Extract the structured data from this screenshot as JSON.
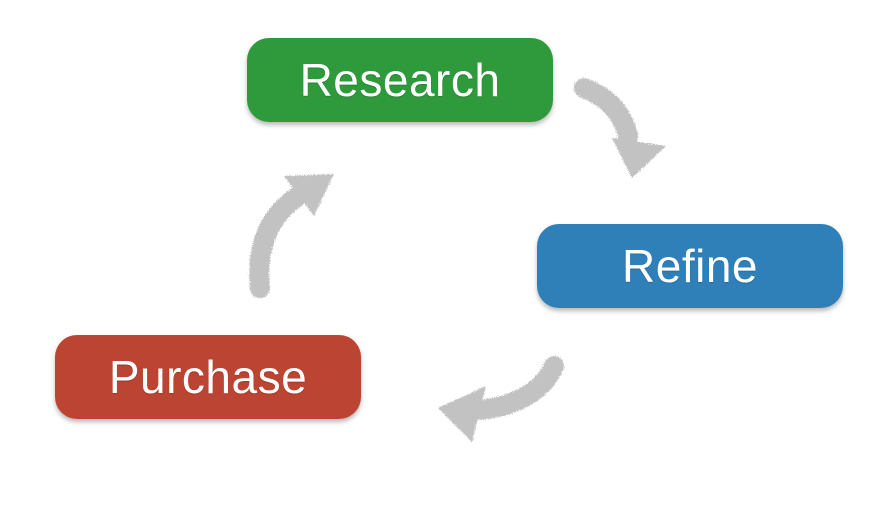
{
  "diagram": {
    "nodes": [
      {
        "id": "research",
        "label": "Research",
        "color": "#2e9a3c"
      },
      {
        "id": "refine",
        "label": "Refine",
        "color": "#2f7fb8"
      },
      {
        "id": "purchase",
        "label": "Purchase",
        "color": "#bb4432"
      }
    ],
    "edges": [
      {
        "from": "research",
        "to": "refine"
      },
      {
        "from": "refine",
        "to": "purchase"
      },
      {
        "from": "purchase",
        "to": "research"
      }
    ],
    "arrow_color": "#c2c2c2",
    "style": "chalk"
  }
}
